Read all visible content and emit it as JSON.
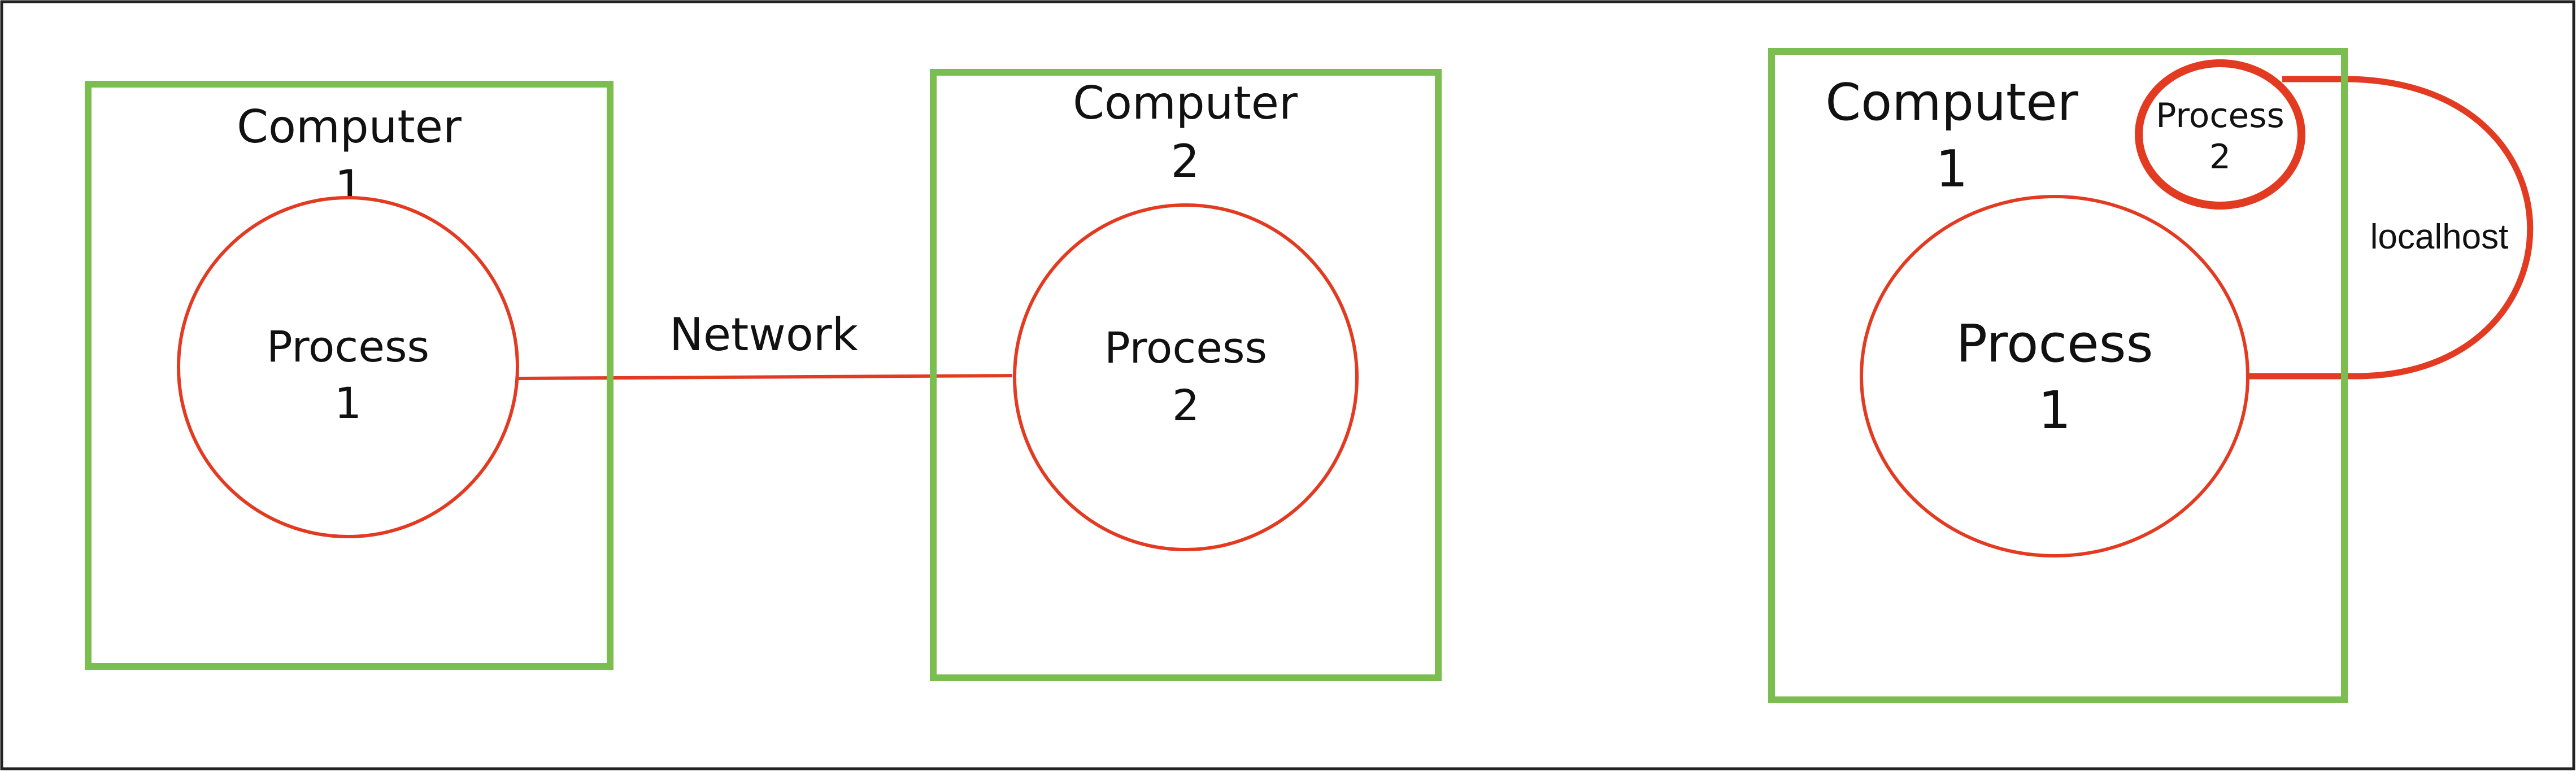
{
  "colors": {
    "computer_border": "#7bbd4f",
    "process_border": "#e23b22",
    "connection": "#e23b22",
    "frame": "#222222",
    "text": "#111111"
  },
  "left_scenario": {
    "computer_1": {
      "line1": "Computer",
      "line2": "1"
    },
    "process_1": {
      "line1": "Process",
      "line2": "1"
    },
    "network_label": "Network",
    "computer_2": {
      "line1": "Computer",
      "line2": "2"
    },
    "process_2": {
      "line1": "Process",
      "line2": "2"
    }
  },
  "right_scenario": {
    "computer_1": {
      "line1": "Computer",
      "line2": "1"
    },
    "process_1": {
      "line1": "Process",
      "line2": "1"
    },
    "process_2": {
      "line1": "Process",
      "line2": "2"
    },
    "localhost_label": "localhost"
  }
}
